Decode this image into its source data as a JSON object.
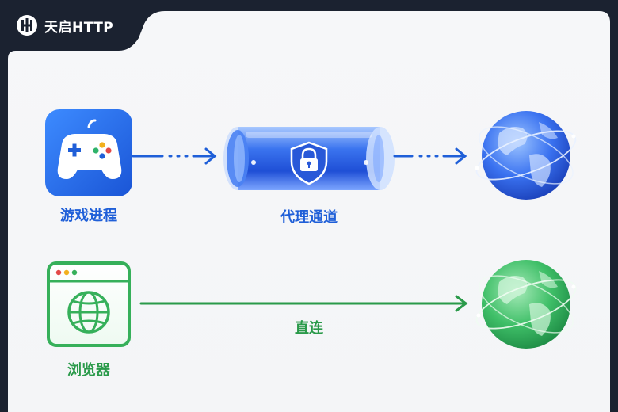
{
  "brand": {
    "name": "天启HTTP"
  },
  "nodes": {
    "game_label": "游戏进程",
    "tunnel_label": "代理通道",
    "browser_label": "浏览器",
    "direct_label": "直连"
  },
  "colors": {
    "blue_accent": "#1f5fd8",
    "green_accent": "#2a9a4a",
    "dark_header": "#1b2230"
  }
}
